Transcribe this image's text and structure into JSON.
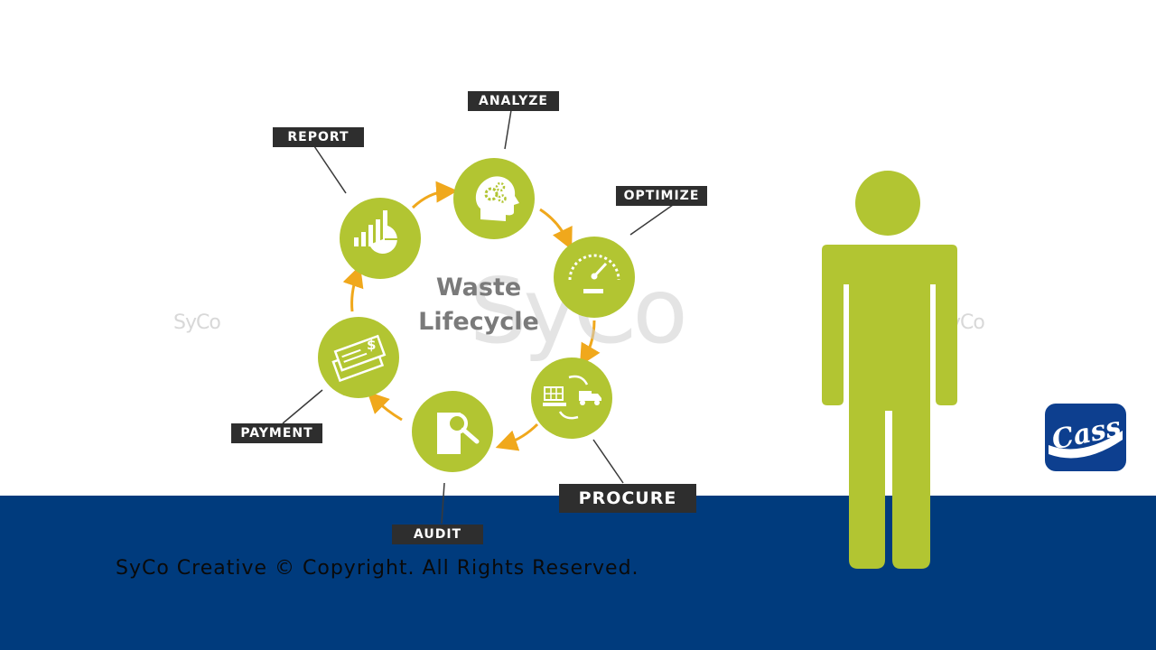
{
  "diagram": {
    "title_line1": "Waste",
    "title_line2": "Lifecycle",
    "steps": [
      {
        "label": "ANALYZE",
        "icon": "head-gears-icon"
      },
      {
        "label": "OPTIMIZE",
        "icon": "gauge-icon"
      },
      {
        "label": "PROCURE",
        "icon": "truck-delivery-icon"
      },
      {
        "label": "AUDIT",
        "icon": "magnifier-document-icon"
      },
      {
        "label": "PAYMENT",
        "icon": "check-dollar-icon"
      },
      {
        "label": "REPORT",
        "icon": "bar-pie-chart-icon"
      }
    ],
    "arrow_color": "#f0a81c",
    "circle_color": "#b2c532"
  },
  "watermark": {
    "big": "SyCo",
    "small_left": "SyCo",
    "small_right": "SyCo"
  },
  "footer": {
    "copyright": "SyCo Creative © Copyright. All Rights Reserved."
  },
  "logo": {
    "text": "Cass"
  },
  "colors": {
    "band": "#003b7d",
    "person": "#b2c532",
    "label_bg": "#2e2e2e"
  }
}
